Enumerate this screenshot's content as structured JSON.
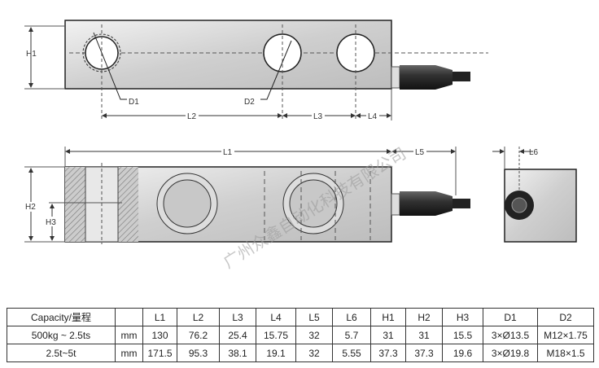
{
  "drawing": {
    "dimension_labels": {
      "H1": "H1",
      "H2": "H2",
      "H3": "H3",
      "D1": "D1",
      "D2": "D2",
      "L1": "L1",
      "L2": "L2",
      "L3": "L3",
      "L4": "L4",
      "L5": "L5",
      "L6": "L6"
    },
    "watermark": "广州众鑫自动化科技有限公司"
  },
  "table": {
    "headers": [
      "Capacity/量程",
      "",
      "L1",
      "L2",
      "L3",
      "L4",
      "L5",
      "L6",
      "H1",
      "H2",
      "H3",
      "D1",
      "D2"
    ],
    "rows": [
      [
        "500kg ~ 2.5ts",
        "mm",
        "130",
        "76.2",
        "25.4",
        "15.75",
        "32",
        "5.7",
        "31",
        "31",
        "15.5",
        "3×Ø13.5",
        "M12×1.75"
      ],
      [
        "2.5t~5t",
        "mm",
        "171.5",
        "95.3",
        "38.1",
        "19.1",
        "32",
        "5.55",
        "37.3",
        "37.3",
        "19.6",
        "3×Ø19.8",
        "M18×1.5"
      ]
    ]
  }
}
